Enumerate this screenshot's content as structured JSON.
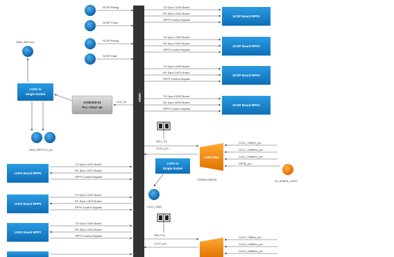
{
  "bus": {
    "label": "HSMC"
  },
  "top_connectors": [
    "SCSP Rising",
    "SCSP Clock",
    "SCSP Rising",
    "SCSP Data"
  ],
  "right_boards": [
    "SCSP Board RPP1",
    "SCSP Board RPP2",
    "SCSP Board RPP3",
    "SCSP Board RPP4"
  ],
  "left_boards": [
    "LVDS Board RPP5",
    "LVDS Board RPP6",
    "LVDS Board RPP7"
  ],
  "channel_lines": [
    "TX Sync LVDS Board",
    "RX Sync LVDS Board",
    "SPPS Control Signals"
  ],
  "sma_top_label": "SMA_REFCLK",
  "sma_pair_label": "SMA_REFCLK_p/n",
  "left_buffer": [
    "LVDS to",
    "Single Ended"
  ],
  "clock_buffer": [
    "ICS8304I-01",
    "PLL Clean Up"
  ],
  "clk_label": "CLK_IN",
  "mid_labels": [
    "SEL1 S2",
    "CLK1_p/n"
  ],
  "mid_buffer": [
    "LVDS to",
    "Single Ended"
  ],
  "mux_top": {
    "label": "LVDS Mux",
    "part": "DS90LV04ATM",
    "inputs": [
      "CLK1_75MHz_p/n",
      "CLK1_125MHz_p/n",
      "CLK1_156MHz_p/n",
      "SPPB_p/n"
    ],
    "osc_label": "Xo_50MHz_LVDS"
  },
  "clk_sma_label": "CLK1_SMA",
  "bottom_labels": [
    "SEL2 S2",
    "CLK2_p/n"
  ],
  "mux_bottom": {
    "inputs": [
      "CLK2_75MHz_p/n",
      "CLK2_125MHz_p/n",
      "CLK2_156MHz_p/n"
    ]
  },
  "colors": {
    "blue": "#1a86cf",
    "orange": "#f08a17",
    "bus": "#333333",
    "gray": "#b8b8b8"
  }
}
